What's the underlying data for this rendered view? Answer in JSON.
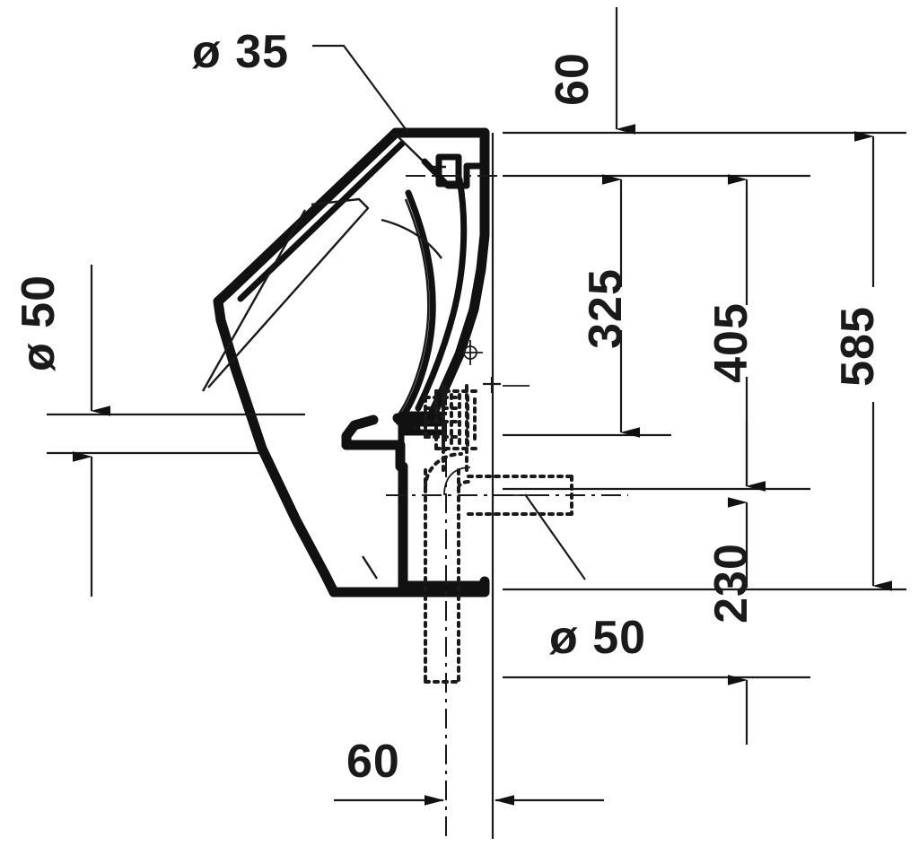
{
  "drawing": {
    "title": "Urinal side elevation dimension drawing",
    "units": "mm",
    "line_color": "#1a1a1a",
    "background": "#ffffff"
  },
  "dimensions": {
    "diameter_top": {
      "label": "ø 35",
      "value": 35,
      "symbol": "ø",
      "orientation": "horizontal",
      "description": "inlet connection diameter at top of urinal"
    },
    "diameter_left": {
      "label": "ø 50",
      "value": 50,
      "symbol": "ø",
      "orientation": "vertical-rotated",
      "description": "outlet diameter measured on left side"
    },
    "diameter_outlet": {
      "label": "ø 50",
      "value": 50,
      "symbol": "ø",
      "orientation": "horizontal",
      "description": "waste outlet pipe diameter"
    },
    "top_offset": {
      "label": "60",
      "value": 60,
      "orientation": "vertical-rotated",
      "description": "offset from top of urinal to inlet centre"
    },
    "height_325": {
      "label": "325",
      "value": 325,
      "orientation": "vertical-rotated"
    },
    "height_405": {
      "label": "405",
      "value": 405,
      "orientation": "vertical-rotated"
    },
    "height_585": {
      "label": "585",
      "value": 585,
      "orientation": "vertical-rotated"
    },
    "height_230": {
      "label": "230",
      "value": 230,
      "orientation": "vertical-rotated"
    },
    "bottom_offset": {
      "label": "60",
      "value": 60,
      "orientation": "horizontal",
      "description": "distance from waste pipe centreline to wall face"
    }
  }
}
